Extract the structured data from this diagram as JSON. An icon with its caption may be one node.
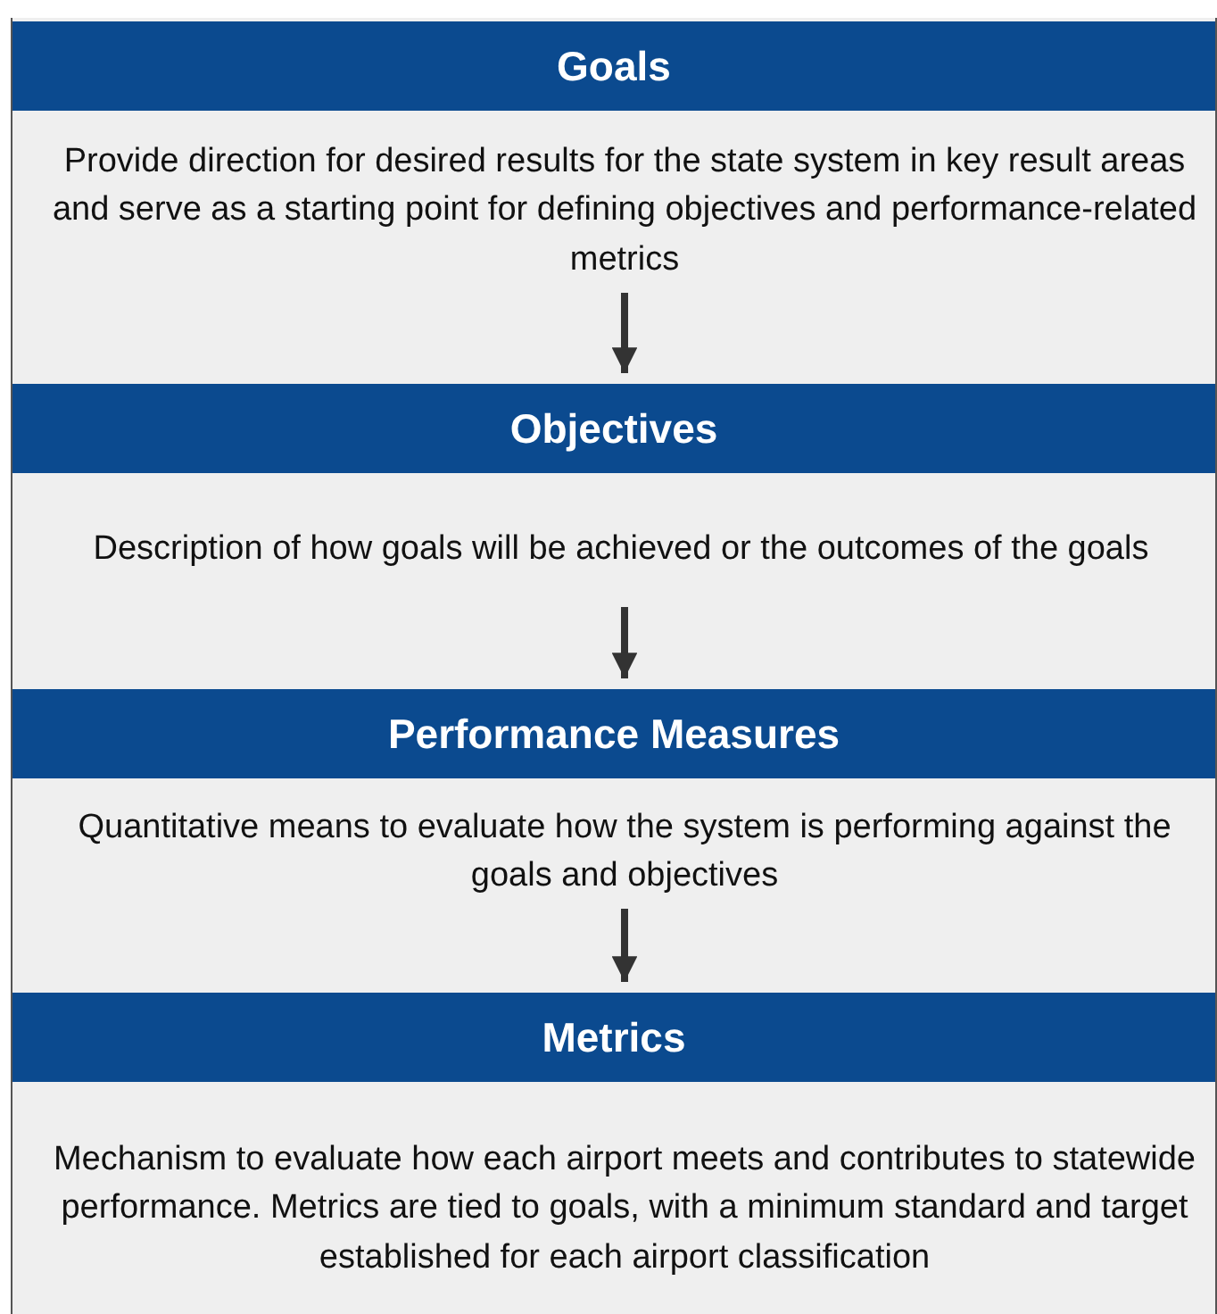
{
  "diagram": {
    "nodes": [
      {
        "text": [
          "Goals"
        ]
      },
      {
        "text": [
          "Provide direction for desired results for the state system in key result areas and serve as a starting point for defining objectives and performance-related metrics"
        ]
      },
      {
        "text": [
          "Objectives"
        ]
      },
      {
        "text": [
          "Description of how goals will be achieved or the outcomes of the goals"
        ]
      },
      {
        "text": [
          "Performance Measures"
        ]
      },
      {
        "text": [
          "Quantitative means to evaluate how the system is performing against the goals and objectives"
        ]
      },
      {
        "text": [
          "Metrics"
        ]
      },
      {
        "text": [
          "Mechanism to evaluate how each airport meets and contributes to statewide performance. Metrics are tied to goals, with a minimum standard and target established for each airport classification"
        ]
      }
    ],
    "edges": [
      {
        "from": 1,
        "to": 2,
        "arrow": "to"
      },
      {
        "from": 3,
        "to": 4,
        "arrow": "to"
      },
      {
        "from": 5,
        "to": 6,
        "arrow": "to"
      }
    ]
  }
}
